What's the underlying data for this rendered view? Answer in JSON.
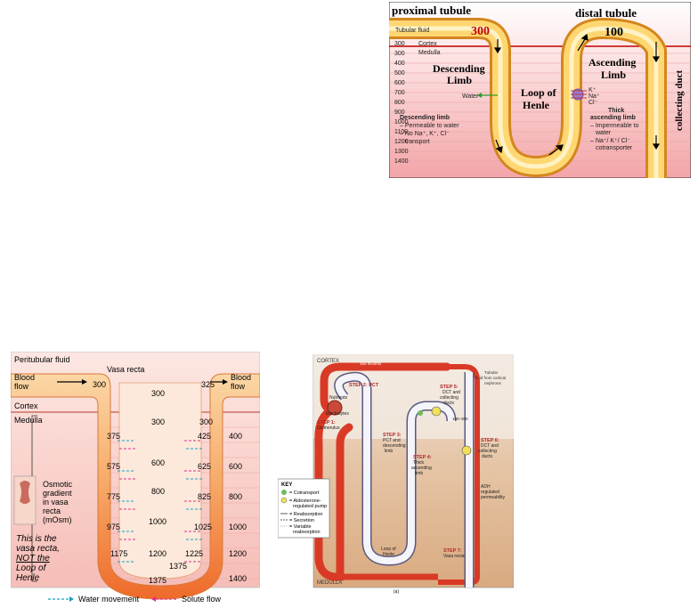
{
  "loop_diagram": {
    "proximal_tubule": "proximal tubule",
    "distal_tubule": "distal tubule",
    "tubular_fluid": "Tubular fluid",
    "fluid_value": "300",
    "distal_value": "100",
    "cortex": "Cortex",
    "medulla": "Medulla",
    "scale": [
      "300",
      "300",
      "400",
      "500",
      "600",
      "700",
      "800",
      "900",
      "1000",
      "1100",
      "1200",
      "1300",
      "1400"
    ],
    "descending_limb": [
      "Descending",
      "Limb"
    ],
    "ascending_limb": [
      "Ascending",
      "Limb"
    ],
    "loop_of_henle": [
      "Loop of",
      "Henle"
    ],
    "water_label": "Water",
    "ions": [
      "K⁺",
      "Na⁺",
      "Cl⁻"
    ],
    "collecting_duct": "collecting duct",
    "descending_desc": [
      "Descending limb",
      "– Permeable to water",
      "– No Na⁺, K⁺, Cl⁻",
      "transport"
    ],
    "ascending_desc": [
      "Thick",
      "ascending limb",
      "– Impermeable to",
      "water",
      "– Na⁺/ K⁺/ Cl⁻",
      "cotransporter"
    ]
  },
  "vasa_recta": {
    "peritubular_fluid": "Peritubular fluid",
    "vasa_recta_label": "Vasa recta",
    "blood_flow_left": [
      "Blood",
      "flow"
    ],
    "blood_flow_right": [
      "Blood",
      "flow"
    ],
    "cortex": "Cortex",
    "medulla": "Medulla",
    "top_values": {
      "left": "300",
      "center": "300",
      "right": "325"
    },
    "rows": [
      {
        "left": "",
        "center": "300",
        "right": "",
        "outside": "300"
      },
      {
        "left": "375",
        "center": "",
        "right": "425",
        "outside": "400"
      },
      {
        "left": "",
        "center": "600",
        "right": "",
        "outside": ""
      },
      {
        "left": "575",
        "center": "",
        "right": "625",
        "outside": "600"
      },
      {
        "left": "",
        "center": "800",
        "right": "",
        "outside": ""
      },
      {
        "left": "775",
        "center": "",
        "right": "825",
        "outside": "800"
      },
      {
        "left": "",
        "center": "1000",
        "right": "",
        "outside": ""
      },
      {
        "left": "975",
        "center": "",
        "right": "1025",
        "outside": "1000"
      },
      {
        "left": "1175",
        "center": "1200",
        "right": "1225",
        "outside": "1200"
      },
      {
        "left": "",
        "center": "1375",
        "right": "",
        "outside": ""
      }
    ],
    "bottom_value": "1375",
    "outside_bottom": "1400",
    "gradient_label": [
      "Osmotic",
      "gradient",
      "in vasa",
      "recta",
      "(mOsm)"
    ],
    "note": [
      "This is the",
      "vasa recta,",
      "NOT the",
      "Loop of",
      "Henle"
    ],
    "legend": {
      "water": "Water movement",
      "solute": "Solute flow"
    }
  },
  "nephron_steps": {
    "cortex": "CORTEX",
    "medulla": "MEDULLA",
    "mosm_300": "300 mOsm/l",
    "step1": [
      "STEP 1:",
      "Glomerulus"
    ],
    "step2": "STEP 2: PCT",
    "step3": [
      "STEP 3:",
      "PCT and",
      "descending",
      "limb"
    ],
    "step4": [
      "STEP 4:",
      "Thick",
      "ascending",
      "limb"
    ],
    "step5": [
      "STEP 5:",
      "DCT and",
      "collecting",
      "ducts"
    ],
    "step6": [
      "STEP 6:",
      "DCT and",
      "collecting",
      "ducts"
    ],
    "step7": [
      "STEP 7:",
      "Vasa recta"
    ],
    "tubular_fluid": [
      "Tubular",
      "fluid from cortical",
      "nephrons"
    ],
    "nutrients": "Nutrients",
    "electrolytes": "Electrolytes",
    "adh": [
      "ADH",
      "regulated",
      "permeability"
    ],
    "loop": [
      "Loop of",
      "Henle"
    ],
    "range": "100–300",
    "key_title": "KEY",
    "key": [
      "= Cotransport",
      "= Aldosterone-",
      "regulated pump",
      "= Reabsorption",
      "= Secretion",
      "= Variable",
      "reabsorption"
    ],
    "panel_label": "(a)"
  }
}
